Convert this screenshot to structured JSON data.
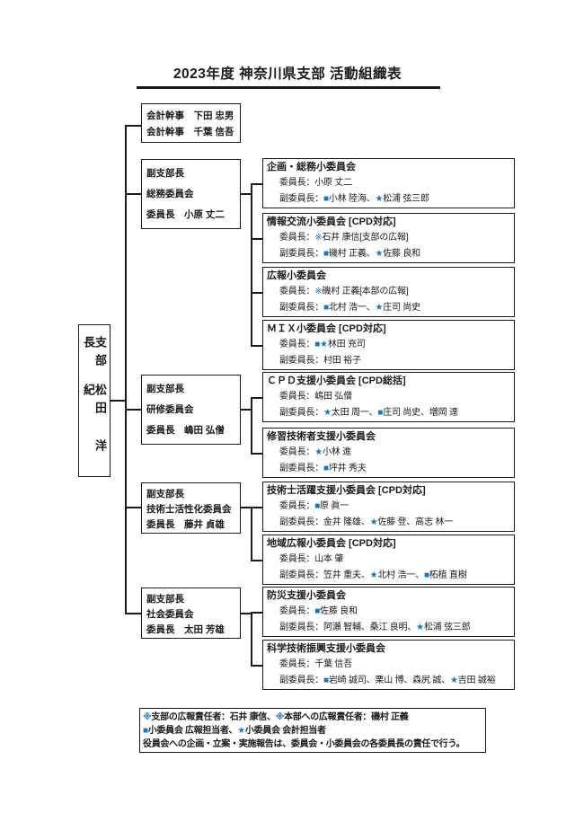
{
  "title": "2023年度 神奈川県支部 活動組織表",
  "chairman": {
    "role": "支部長",
    "name": "松田 洋紀"
  },
  "accounting_box": {
    "lines": [
      "会計幹事　下田 忠男",
      "会計幹事　千葉 信吾"
    ]
  },
  "vice_branches": [
    {
      "lines": [
        "副支部長",
        "総務委員会",
        "委員長　小原 丈二"
      ]
    },
    {
      "lines": [
        "副支部長",
        "研修委員会",
        "委員長　嶋田 弘僧"
      ]
    },
    {
      "lines": [
        "副支部長",
        "技術士活性化委員会",
        "委員長　藤井 貞雄"
      ]
    },
    {
      "lines": [
        "副支部長",
        "社会委員会",
        "委員長　太田 芳雄"
      ]
    }
  ],
  "committees": [
    {
      "title": "企画・総務小委員会",
      "chair_line": "委員長：小原 丈二",
      "vice_line": "副委員長：■小林 陸海、★松浦 弦三郎"
    },
    {
      "title": "情報交流小委員会 [CPD対応]",
      "chair_line": "委員長：※石井 康信[支部の広報]",
      "vice_line": "副委員長：■磯村 正義、★佐藤 良和"
    },
    {
      "title": "広報小委員会",
      "chair_line": "委員長：※磯村 正義[本部の広報]",
      "vice_line": "副委員長：■北村 浩一、★庄司 尚史"
    },
    {
      "title": "ＭＩＸ小委員会 [CPD対応]",
      "chair_line": "委員長：■★林田 充司",
      "vice_line": "副委員長：村田 裕子"
    },
    {
      "title": "ＣＰＤ支援小委員会 [CPD総括]",
      "chair_line": "委員長：嶋田 弘僧",
      "vice_line": "副委員長：★太田 周一、■庄司 尚史、増岡 達"
    },
    {
      "title": "修習技術者支援小委員会",
      "chair_line": "委員長：★小林 進",
      "vice_line": "副委員長：■坪井 秀夫"
    },
    {
      "title": "技術士活躍支援小委員会 [CPD対応]",
      "chair_line": "委員長：■原 眞一",
      "vice_line": "副委員長：金井 隆雄、★佐藤 登、高志 林一"
    },
    {
      "title": "地域広報小委員会 [CPD対応]",
      "chair_line": "委員長：山本 肇",
      "vice_line": "副委員長：笠井 重夫、★北村 浩一、■柘植 直樹"
    },
    {
      "title": "防災支援小委員会",
      "chair_line": "委員長：■佐藤 良和",
      "vice_line": "副委員長：阿瀬 智輔、桑江 良明、★松浦 弦三郎"
    },
    {
      "title": "科学技術振興支援小委員会",
      "chair_line": "委員長：千葉 信吾",
      "vice_line": "副委員長：■岩崎 誠司、栗山 博、森尻 誠、★吉田 誠裕"
    }
  ],
  "footer_notes": [
    "※支部の広報責任者：石井 康信、※本部への広報責任者：磯村 正義",
    "■小委員会 広報担当者、★小委員会 会計担当者",
    "役員会への企画・立案・実施報告は、委員会・小委員会の各委員長の責任で行う。"
  ],
  "colors": {
    "marker_blue": "#1c75bc",
    "line_black": "#1a1a1a"
  }
}
